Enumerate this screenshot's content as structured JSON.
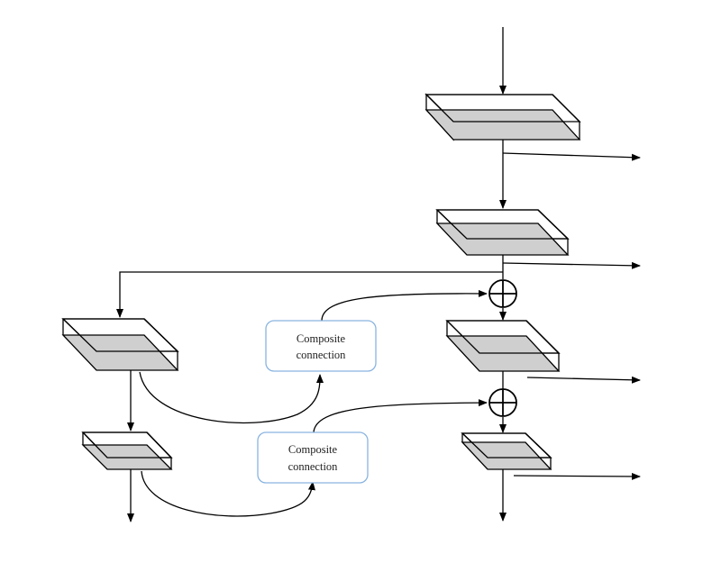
{
  "diagram": {
    "colors": {
      "stroke": "#000000",
      "block_front": "#d0d0d0",
      "block_top": "#ffffff",
      "label_border": "#8ab4e0"
    },
    "composite_boxes": [
      {
        "line1": "Composite",
        "line2": "connection"
      },
      {
        "line1": "Composite",
        "line2": "connection"
      }
    ]
  }
}
